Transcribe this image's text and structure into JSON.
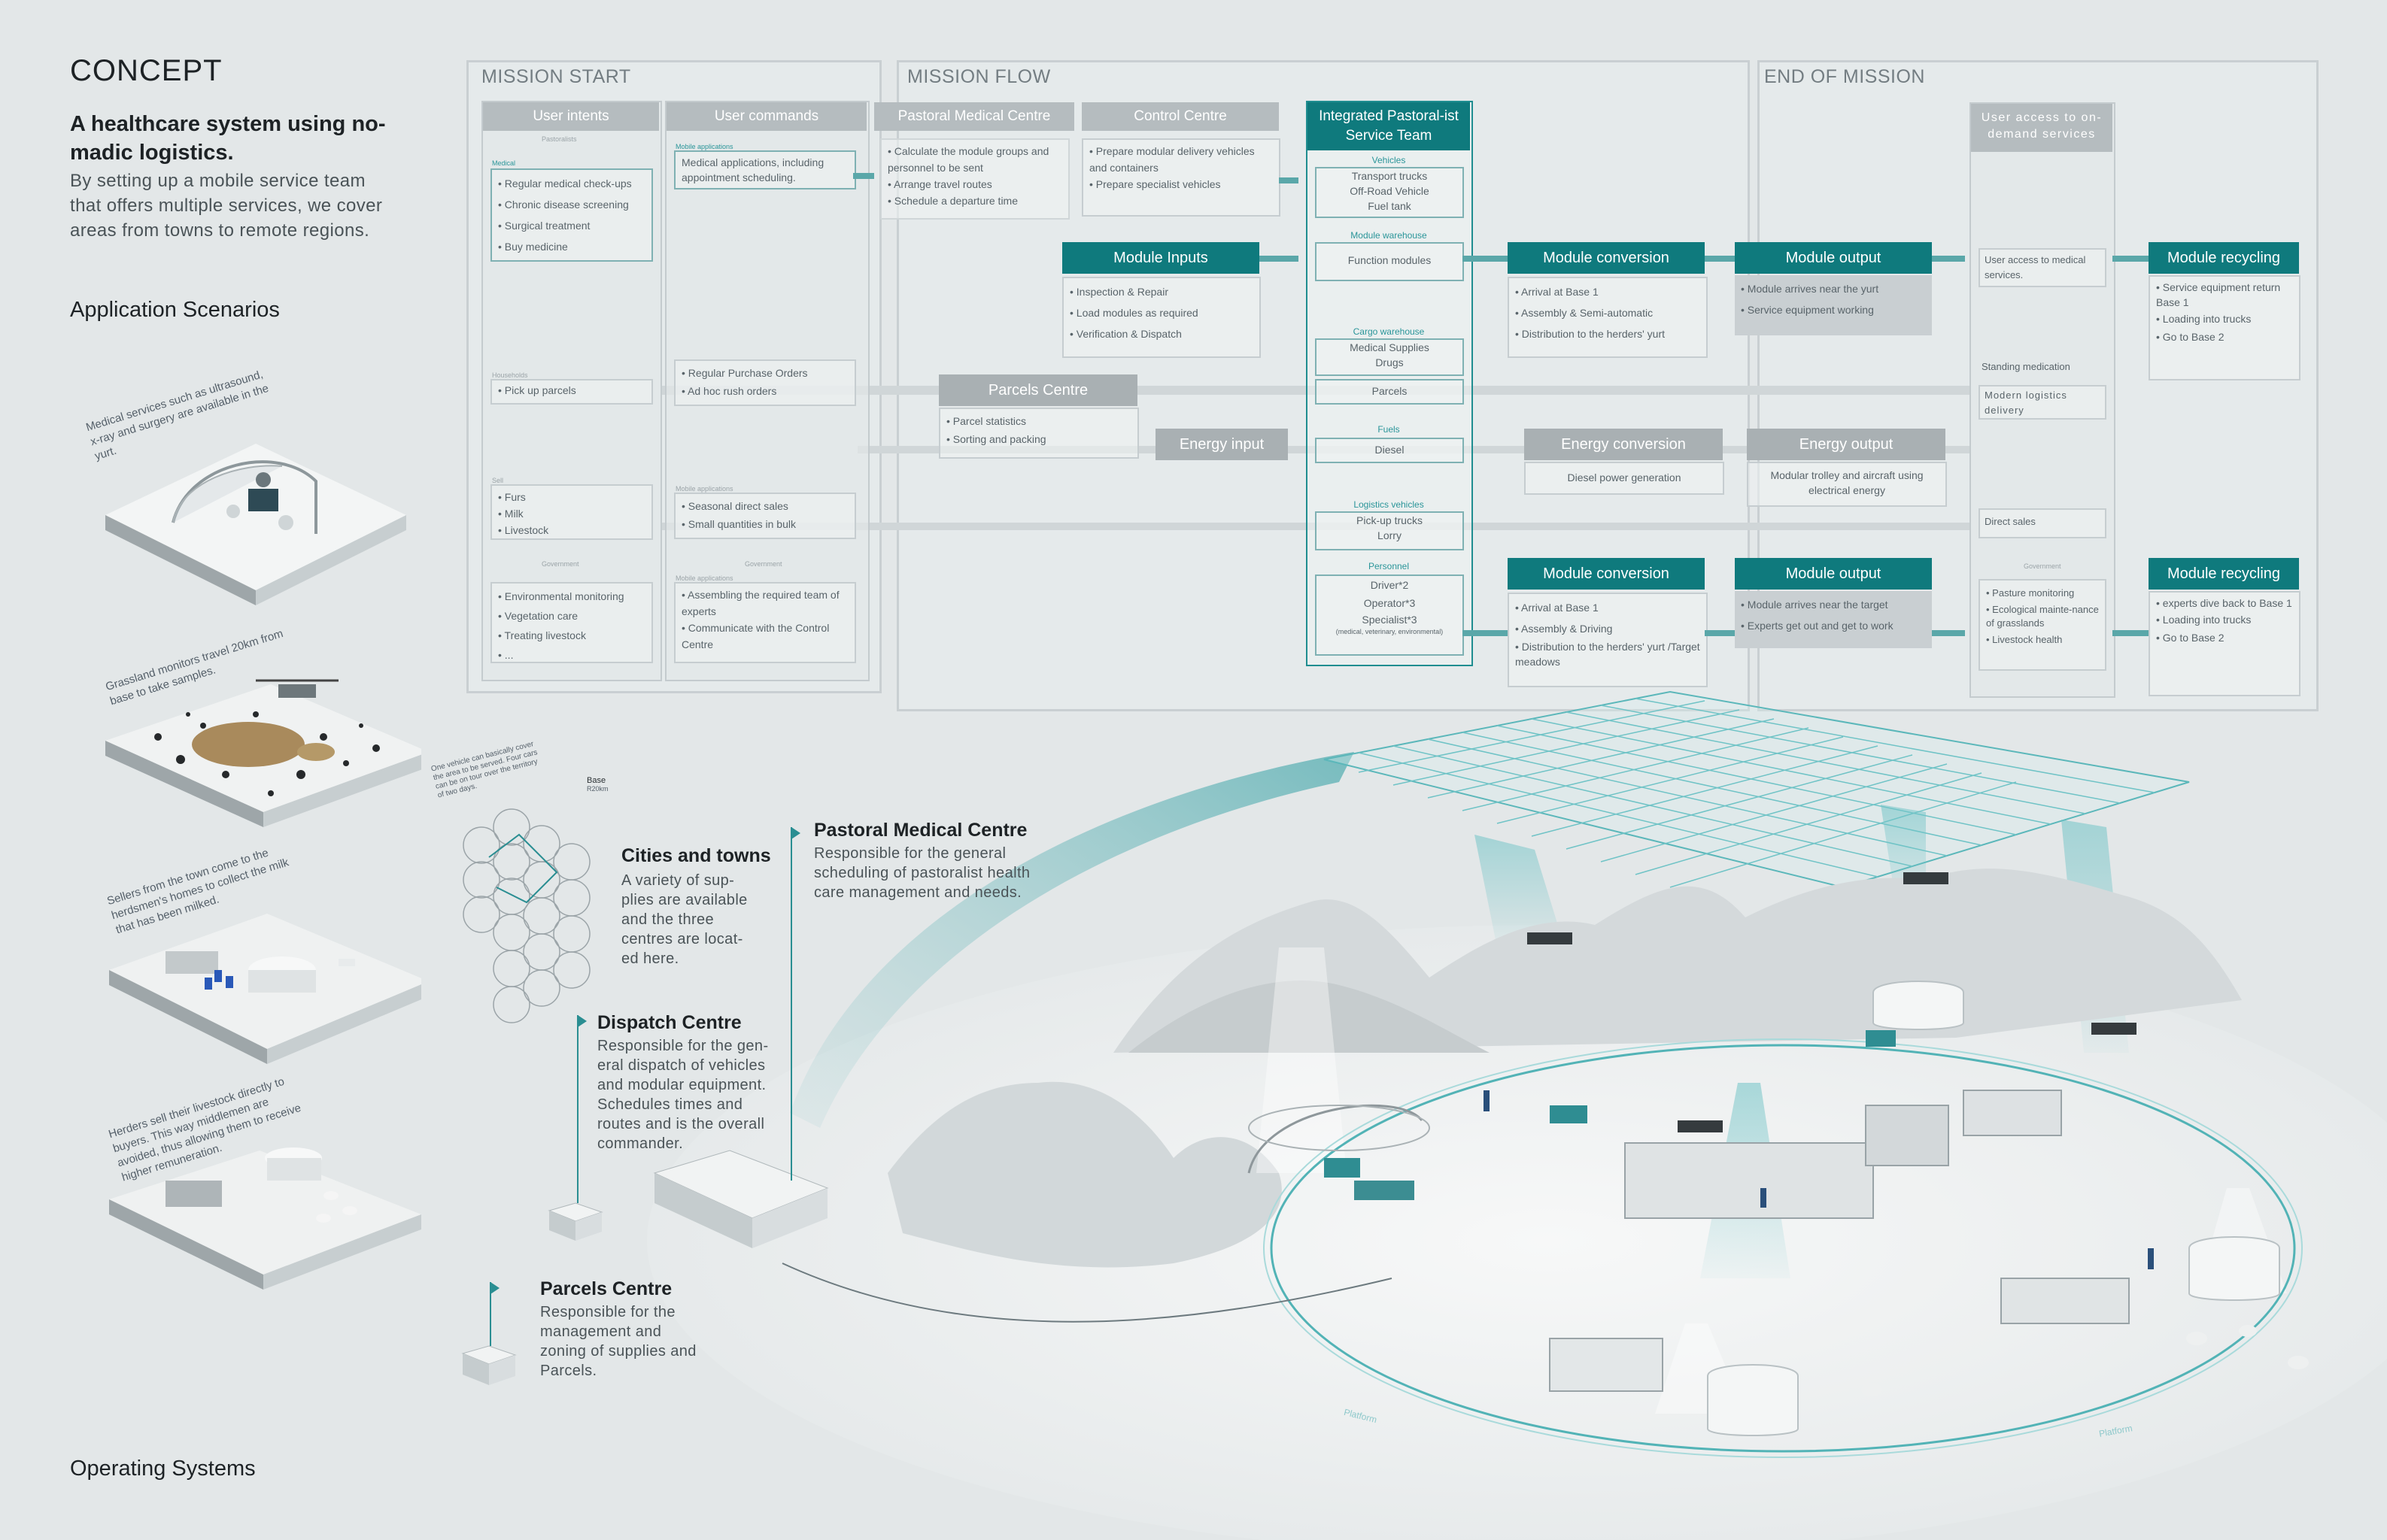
{
  "concept": {
    "title": "CONCEPT",
    "headline": "A healthcare system using no-madic logistics.",
    "body": "By setting up a mobile service team that offers multiple services, we cover areas from towns to remote regions."
  },
  "application": {
    "title": "Application Scenarios",
    "captions": [
      "Medical services such as ultrasound, x-ray and surgery are available in the yurt.",
      "Grassland monitors travel 20km from base to take samples.",
      "Sellers from the town come to the herdsmen's homes to collect the milk that has been milked.",
      "Herders sell their livestock directly to buyers. This way middlemen are avoided, thus allowing them to receive higher remuneration."
    ]
  },
  "operating_systems": {
    "title": "Operating Systems"
  },
  "mission_start": {
    "title": "MISSION START",
    "user_intents": {
      "header": "User intents",
      "groups": [
        {
          "tag": "Pastoralists",
          "subtag": "Medical",
          "items": [
            "Regular medical check-ups",
            "Chronic disease screening",
            "Surgical treatment",
            "Buy medicine"
          ]
        },
        {
          "tag": "Households",
          "items": [
            "Pick up parcels"
          ]
        },
        {
          "tag": "Sell",
          "items": [
            "Furs",
            "Milk",
            "Livestock"
          ]
        },
        {
          "tag": "Government",
          "items": [
            "Environmental monitoring",
            "Vegetation care",
            "Treating livestock",
            "..."
          ]
        }
      ]
    },
    "user_commands": {
      "header": "User commands",
      "groups": [
        {
          "tag": "Mobile applications",
          "items": [
            "Medical applications, including appointment scheduling."
          ]
        },
        {
          "items": [
            "Regular Purchase Orders",
            "Ad hoc rush orders"
          ]
        },
        {
          "tag": "Mobile applications",
          "items": [
            "Seasonal direct sales",
            "Small quantities in bulk"
          ]
        },
        {
          "tag": "Government",
          "subtag": "Mobile applications",
          "items": [
            "Assembling the required team of experts",
            "Communicate with the Control Centre"
          ]
        }
      ]
    }
  },
  "mission_flow": {
    "title": "MISSION FLOW",
    "pastoral_medical_centre": {
      "header": "Pastoral Medical Centre",
      "items": [
        "Calculate the module groups and personnel to be sent",
        "Arrange travel routes",
        "Schedule a departure time"
      ]
    },
    "control_centre": {
      "header": "Control Centre",
      "items": [
        "Prepare modular delivery vehicles and containers",
        "Prepare specialist vehicles"
      ]
    },
    "module_inputs": {
      "header": "Module Inputs",
      "items": [
        "Inspection & Repair",
        "Load modules as required",
        "Verification & Dispatch"
      ]
    },
    "parcels_centre": {
      "header": "Parcels Centre",
      "items": [
        "Parcel statistics",
        "Sorting and packing"
      ]
    },
    "energy_input": "Energy input",
    "team": {
      "header": "Integrated Pastoral-ist Service Team",
      "sections": [
        {
          "label": "Vehicles",
          "lines": [
            "Transport trucks",
            "Off-Road Vehicle",
            "Fuel tank"
          ]
        },
        {
          "label": "Module warehouse",
          "lines": [
            "Function modules"
          ]
        },
        {
          "label": "Cargo warehouse",
          "lines": [
            "Medical Supplies",
            "Drugs"
          ]
        },
        {
          "label": "",
          "lines": [
            "Parcels"
          ]
        },
        {
          "label": "Fuels",
          "lines": [
            "Diesel"
          ]
        },
        {
          "label": "Logistics vehicles",
          "lines": [
            "Pick-up trucks",
            "Lorry"
          ]
        },
        {
          "label": "Personnel",
          "lines": [
            "Driver*2",
            "Operator*3",
            "Specialist*3",
            "(medical, veterinary, environmental)"
          ]
        }
      ]
    },
    "module_conversion_1": {
      "header": "Module conversion",
      "items": [
        "Arrival at Base 1",
        "Assembly & Semi-automatic",
        "Distribution to the herders' yurt"
      ]
    },
    "module_output_1": {
      "header": "Module output",
      "items": [
        "Module arrives near the yurt",
        "Service equipment working"
      ]
    },
    "energy_conversion": {
      "header": "Energy conversion",
      "text": "Diesel power generation"
    },
    "energy_output": {
      "header": "Energy output",
      "text": "Modular trolley and aircraft using electrical energy"
    },
    "module_conversion_2": {
      "header": "Module conversion",
      "items": [
        "Arrival at Base 1",
        "Assembly & Driving",
        "Distribution to the herders' yurt /Target meadows"
      ]
    },
    "module_output_2": {
      "header": "Module output",
      "items": [
        "Module arrives near the target",
        "Experts get out and get to work"
      ]
    }
  },
  "end_of_mission": {
    "title": "END OF MISSION",
    "user_access": {
      "header": "User access to on-demand services",
      "entries": [
        "User access to medical services.",
        "Standing medication",
        "Modern logistics delivery",
        "Direct sales"
      ],
      "government_tag": "Government",
      "government_items": [
        "Pasture monitoring",
        "Ecological mainte-nance of grasslands",
        "Livestock health"
      ]
    },
    "module_recycling_1": {
      "header": "Module recycling",
      "items": [
        "Service equipment return Base 1",
        "Loading into trucks",
        "Go to Base 2"
      ]
    },
    "module_recycling_2": {
      "header": "Module recycling",
      "items": [
        "experts dive back to Base 1",
        "Loading into trucks",
        "Go to Base 2"
      ]
    }
  },
  "map_notes": {
    "note": "One vehicle can basically cover the area to be served. Four cars can be on tour over the territory of two days.",
    "base_label": "Base",
    "base_sub": "R20km"
  },
  "centres": [
    {
      "title": "Cities and towns",
      "desc": "A variety of sup-plies are available and the three centres are locat-ed here."
    },
    {
      "title": "Pastoral Medical Centre",
      "desc": "Responsible for the general scheduling of pastoralist health care management and needs."
    },
    {
      "title": "Dispatch Centre",
      "desc": "Responsible for the gen-eral dispatch of vehicles and modular equipment. Schedules times and routes and is the overall commander."
    },
    {
      "title": "Parcels Centre",
      "desc": "Responsible for the management and zoning of supplies and Parcels."
    }
  ],
  "route_labels": [
    "Platform",
    "Platform"
  ],
  "colors": {
    "teal": "#0f7a7d",
    "teal_light": "#5aa7a9",
    "grey_header": "#b5bcbf",
    "background": "#e3e7e8"
  }
}
